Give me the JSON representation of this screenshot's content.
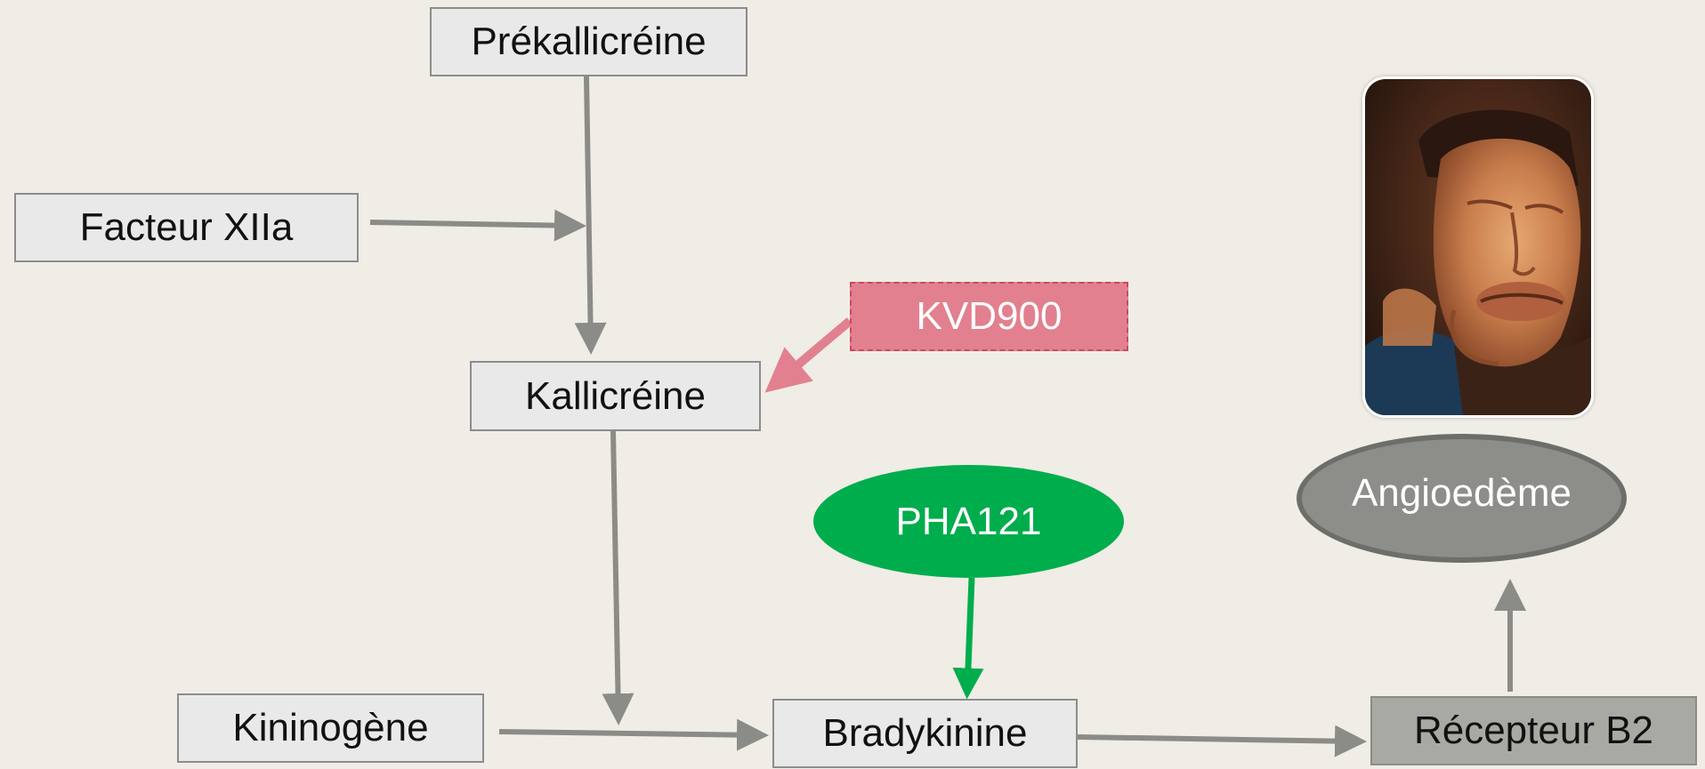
{
  "nodes": {
    "prekallikrein": "Prékallicréine",
    "factor_xiia": "Facteur XIIa",
    "kallikrein": "Kallicréine",
    "kvd900": "KVD900",
    "pha121": "PHA121",
    "kininogen": "Kininogène",
    "bradykinin": "Bradykinine",
    "b2_receptor": "Récepteur B2",
    "angioedema": "Angioedème"
  },
  "colors": {
    "background": "#efede6",
    "arrow_grey": "#8b8c88",
    "arrow_pink": "#e2808f",
    "arrow_green": "#00ad4d",
    "inhibitor_pink": "#e2808f",
    "antagonist_green": "#00ad4d",
    "outcome_grey": "#8d8e8a"
  }
}
